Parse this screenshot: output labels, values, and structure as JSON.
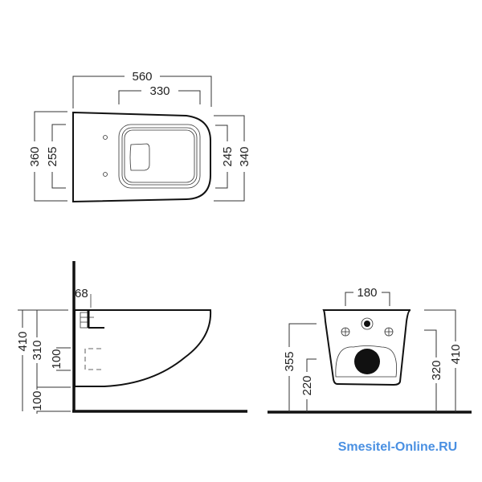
{
  "top_view": {
    "overall_length": "560",
    "seat_length": "330",
    "overall_width": "360",
    "inner_width": "255",
    "seat_width": "245",
    "rear_width": "340"
  },
  "side_view": {
    "height": "410",
    "mount_height": "310",
    "floor_clearance": "100",
    "outlet_height": "100",
    "wall_offset": "68"
  },
  "front_view": {
    "fixing_spacing": "180",
    "fixing_height": "355",
    "outlet_height": "220",
    "inlet_height": "320",
    "overall_height": "410"
  },
  "watermark": "Smesitel-Online.RU",
  "colors": {
    "watermark": "#4a90e2",
    "line": "#111111"
  }
}
